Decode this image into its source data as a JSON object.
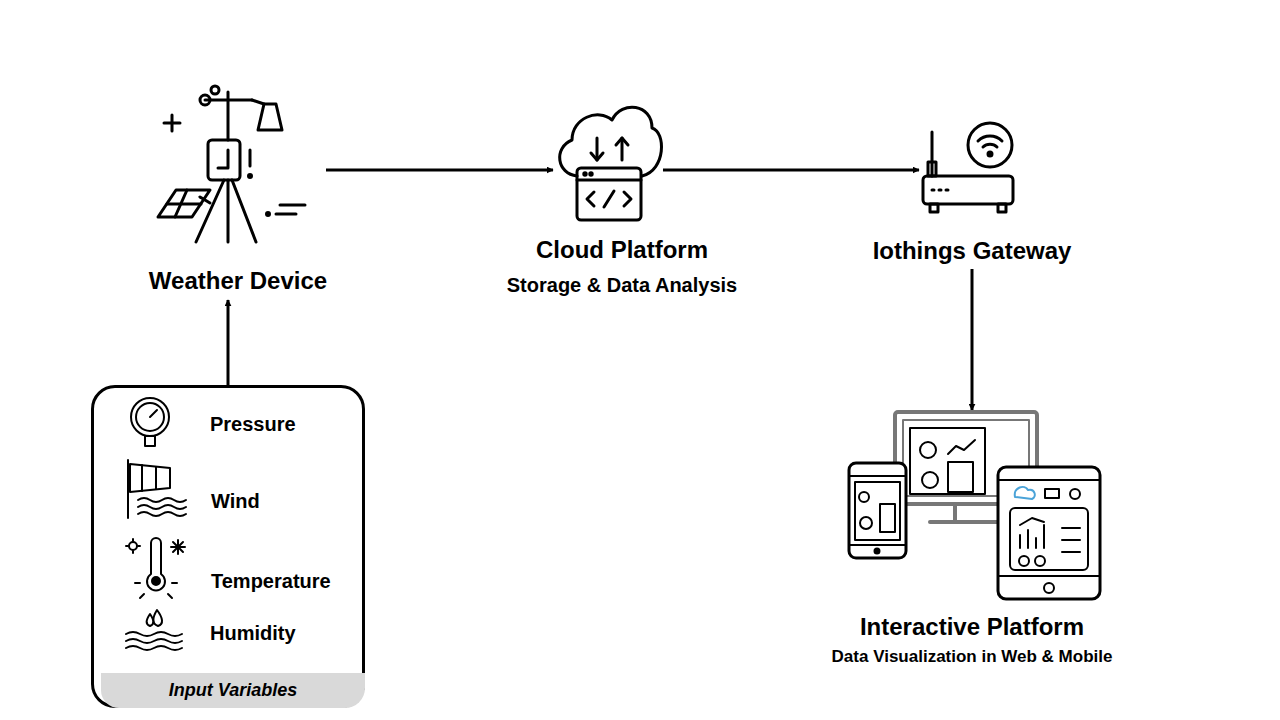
{
  "diagram": {
    "nodes": [
      {
        "text": [
          "Weather Device"
        ]
      },
      {
        "text": [
          "Cloud Platform",
          "Storage & Data Analysis"
        ]
      },
      {
        "text": [
          "Iothings Gateway"
        ]
      },
      {
        "text": [
          "Interactive Platform",
          "Data Visualization in Web & Mobile"
        ]
      },
      {
        "text": [
          "Pressure",
          "Wind",
          "Temperature",
          "Humidity",
          "Input Variables"
        ]
      }
    ],
    "edges": [
      {
        "from": 4,
        "to": 0,
        "arrow": "to"
      },
      {
        "from": 0,
        "to": 1,
        "arrow": "to"
      },
      {
        "from": 1,
        "to": 2,
        "arrow": "to"
      },
      {
        "from": 2,
        "to": 3,
        "arrow": "to"
      }
    ]
  }
}
